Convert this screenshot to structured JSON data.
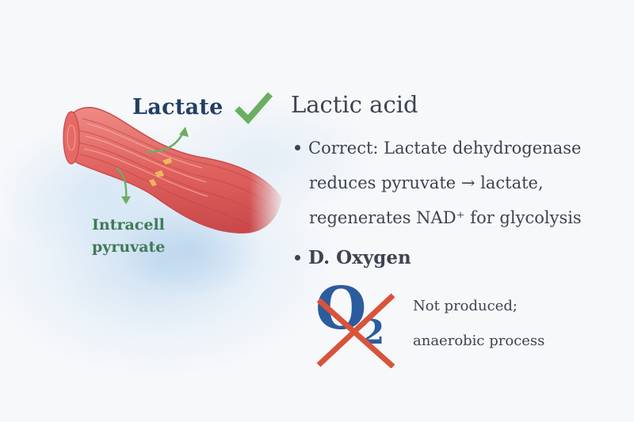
{
  "illustration": {
    "subject": "muscle-fiber",
    "label_top": "Lactate",
    "label_bottom_line1": "Intracell",
    "label_bottom_line2": "pyruvate"
  },
  "answer": {
    "title": "Lactic acid",
    "status": "correct",
    "bullet1_lines": [
      "Correct: Lactate dehydrogenase",
      "reduces pyruvate → lactate,",
      "regenerates NAD⁺ for glycolysis"
    ]
  },
  "distractor": {
    "label": "D. Oxygen",
    "symbol": "O",
    "subscript": "2",
    "note_lines": [
      "Not produced;",
      "anaerobic process"
    ]
  },
  "colors": {
    "check": "#6aae62",
    "cross": "#d9533a",
    "lactate_label": "#213f66",
    "pyruvate_label": "#3f7a56",
    "oxygen": "#2b5c9e",
    "text": "#3d4350",
    "muscle": "#e0625e"
  },
  "icons": [
    "check-icon",
    "cross-icon",
    "arrow-icon"
  ]
}
